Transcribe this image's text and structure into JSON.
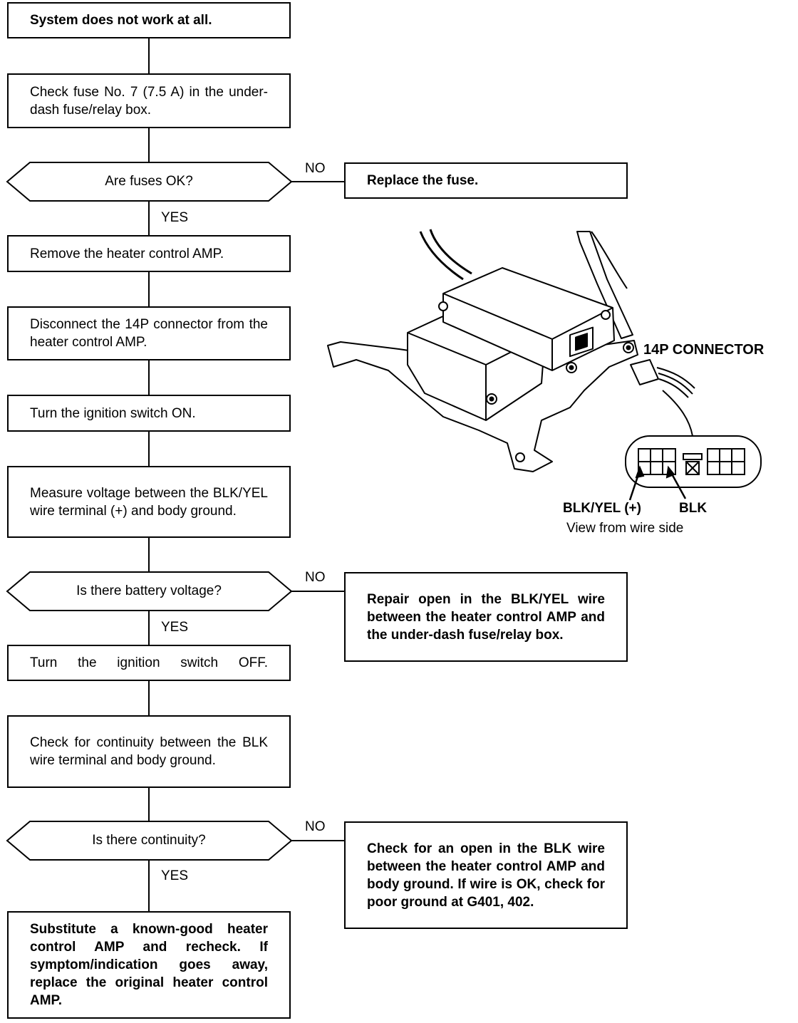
{
  "flow": {
    "start": "System does not work at all.",
    "check_fuse": "Check fuse No. 7 (7.5 A) in the under-dash fuse/relay box.",
    "q_fuses": "Are fuses OK?",
    "replace_fuse": "Replace the fuse.",
    "remove_amp": "Remove the heater control AMP.",
    "disconnect": "Disconnect the 14P connector from the heater control AMP.",
    "ign_on": "Turn the ignition switch ON.",
    "measure": "Measure voltage between the BLK/YEL wire terminal (+) and body ground.",
    "q_battery": "Is there battery voltage?",
    "repair_open": "Repair open in the BLK/YEL wire between the heater control AMP and the under-dash fuse/relay box.",
    "ign_off": "Turn the ignition switch OFF.",
    "check_continuity": "Check for continuity between the BLK wire terminal and body ground.",
    "q_continuity": "Is there continuity?",
    "check_open_blk": "Check for an open in the BLK wire between the heater control AMP and body ground. If wire is OK, check for poor ground at G401, 402.",
    "substitute": "Substitute a known-good heater control AMP and recheck. If symptom/indication goes away, replace the original heater control AMP."
  },
  "labels": {
    "yes": "YES",
    "no": "NO"
  },
  "illustration": {
    "connector_label": "14P CONNECTOR",
    "pin_blk_yel": "BLK/YEL (+)",
    "pin_blk": "BLK",
    "view_note": "View from wire side"
  }
}
